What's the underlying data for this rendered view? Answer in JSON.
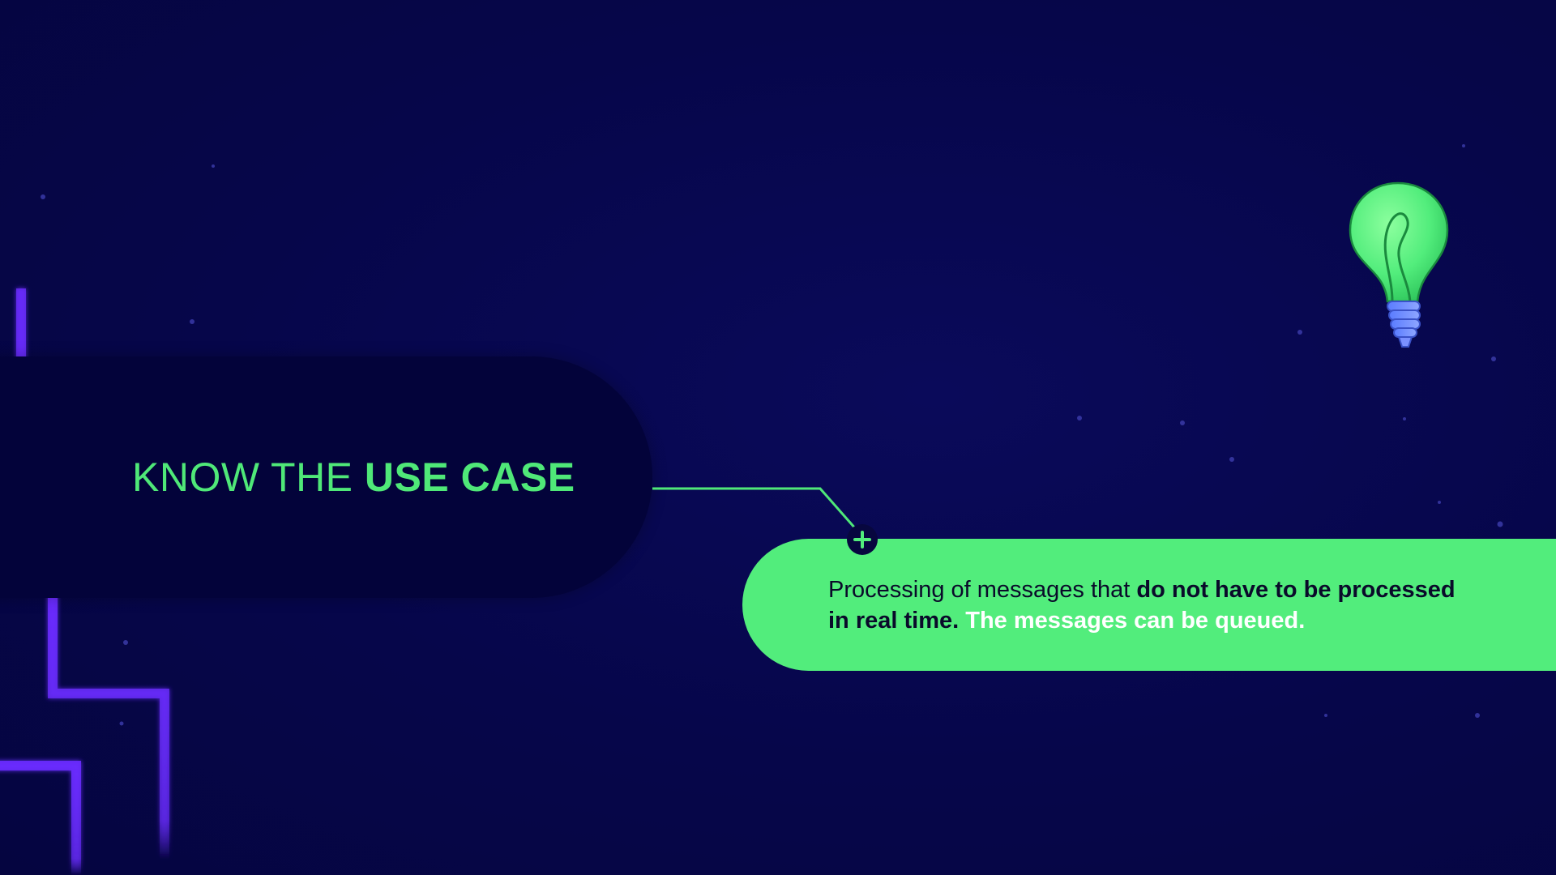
{
  "title": {
    "part1": "KNOW THE ",
    "part2": "USE CASE"
  },
  "info": {
    "text_regular": "Processing of messages that ",
    "text_bold": "do not have to be processed in real time.",
    "text_white": " The messages can be queued."
  },
  "icons": {
    "marker": "plus-icon",
    "bulb": "lightbulb-icon"
  },
  "colors": {
    "background": "#07074a",
    "accent_green": "#52ed7c",
    "title_green": "#4fe878",
    "pill_dark": "#03033a",
    "circuit_purple": "#6a2cff"
  }
}
